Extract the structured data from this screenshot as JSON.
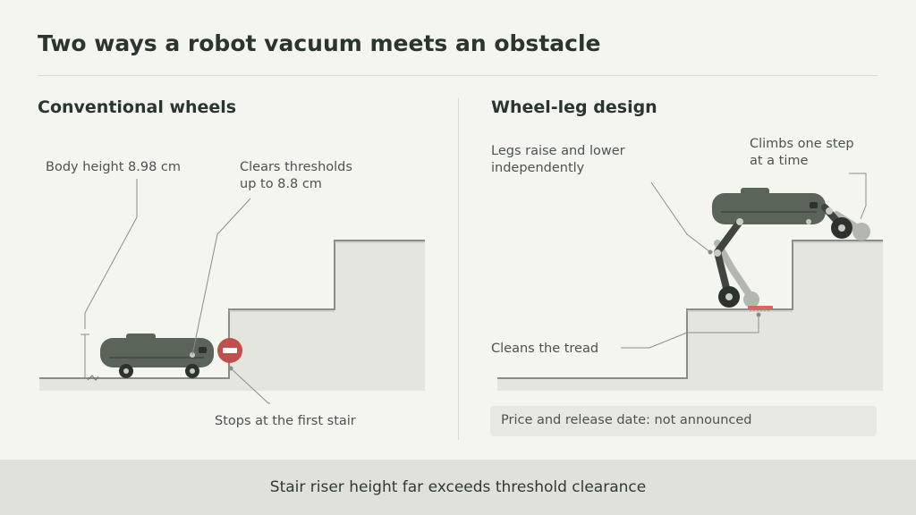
{
  "title": "Two ways a robot vacuum meets an obstacle",
  "left": {
    "heading": "Conventional wheels",
    "body_height_label": "Body height 8.98 cm",
    "threshold_label_line1": "Clears thresholds",
    "threshold_label_line2": "up to 8.8 cm",
    "stop_label": "Stops at the first stair",
    "stop_icon": "no-entry-icon"
  },
  "right": {
    "heading": "Wheel-leg design",
    "legs_label_line1": "Legs raise and lower",
    "legs_label_line2": "independently",
    "climb_label_line1": "Climbs one step",
    "climb_label_line2": "at a time",
    "tread_label": "Cleans the tread",
    "price_note": "Price and release date: not announced"
  },
  "footer": {
    "text": "Stair riser height far exceeds threshold clearance"
  },
  "colors": {
    "robot_body": "#5b6458",
    "robot_dark": "#2c332d",
    "stair_fill": "#e4e5de",
    "stair_line": "#8a8d86",
    "stop_red": "#c0504d",
    "brush_red": "#d9665a",
    "ghost_leg": "#b3b8ae"
  }
}
